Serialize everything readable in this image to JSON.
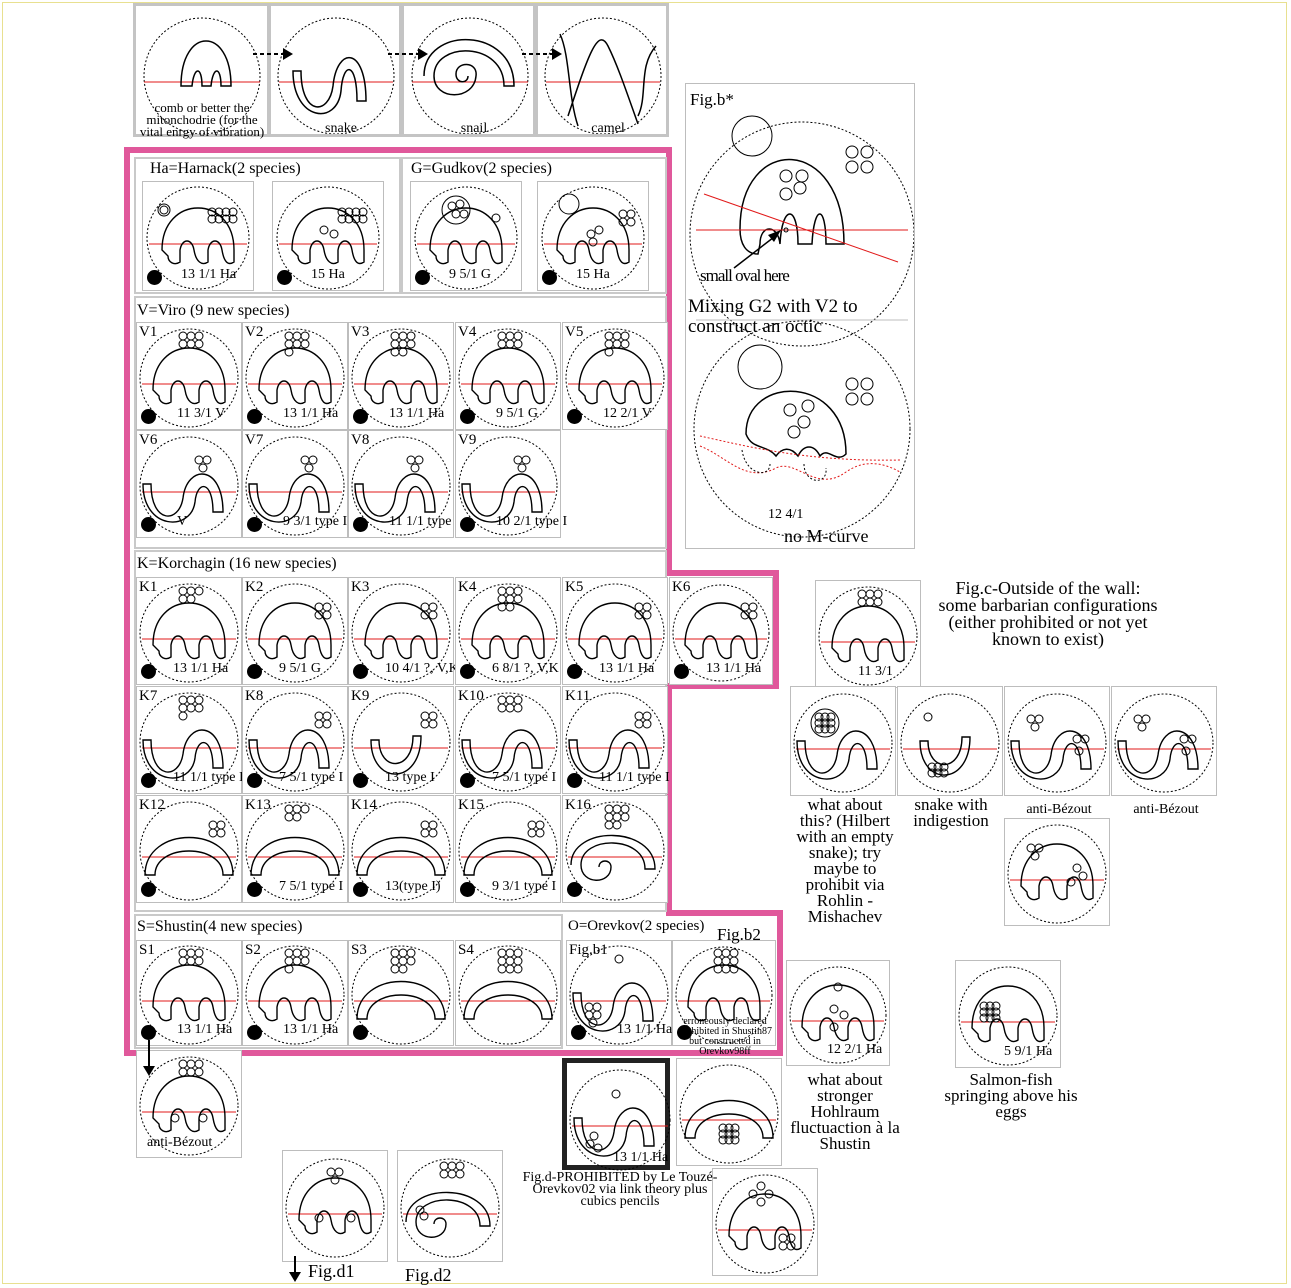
{
  "title": "",
  "top_row": [
    {
      "caption": "comb or better the mitonchodrie (for the vital enrgy of vibration)"
    },
    {
      "caption": "snake"
    },
    {
      "caption": "snail"
    },
    {
      "caption": "camel"
    }
  ],
  "sections": {
    "harnack": {
      "title": "Ha=Harnack(2 species)",
      "cells": [
        {
          "num": "13",
          "frac": "1/1",
          "tag": "Ha"
        },
        {
          "num": "15",
          "frac": "",
          "tag": "Ha"
        }
      ]
    },
    "gudkov": {
      "title": "G=Gudkov(2 species)",
      "cells": [
        {
          "num": "9",
          "frac": "5/1",
          "tag": "G"
        },
        {
          "num": "15",
          "frac": "",
          "tag": "Ha"
        }
      ]
    },
    "viro": {
      "title": "V=Viro (9 new species)",
      "cells": [
        {
          "id": "V1",
          "num": "11",
          "frac": "3/1",
          "tag": "V"
        },
        {
          "id": "V2",
          "num": "13",
          "frac": "1/1",
          "tag": "Ha"
        },
        {
          "id": "V3",
          "num": "13",
          "frac": "1/1",
          "tag": "Ha"
        },
        {
          "id": "V4",
          "num": "9",
          "frac": "5/1",
          "tag": "G"
        },
        {
          "id": "V5",
          "num": "12",
          "frac": "2/1",
          "tag": "V"
        },
        {
          "id": "V6",
          "num": "",
          "frac": "",
          "tag": "V"
        },
        {
          "id": "V7",
          "num": "9",
          "frac": "3/1",
          "tag": "type I"
        },
        {
          "id": "V8",
          "num": "11",
          "frac": "1/1",
          "tag": "type I"
        },
        {
          "id": "V9",
          "num": "10",
          "frac": "2/1",
          "tag": "type I"
        }
      ]
    },
    "korchagin": {
      "title": "K=Korchagin (16 new species)",
      "cells": [
        {
          "id": "K1",
          "num": "13",
          "frac": "1/1",
          "tag": "Ha"
        },
        {
          "id": "K2",
          "num": "9",
          "frac": "5/1",
          "tag": "G"
        },
        {
          "id": "K3",
          "num": "10",
          "frac": "4/1",
          "tag": "?, V,K"
        },
        {
          "id": "K4",
          "num": "6",
          "frac": "8/1",
          "tag": "?, V,K"
        },
        {
          "id": "K5",
          "num": "13",
          "frac": "1/1",
          "tag": "Ha"
        },
        {
          "id": "K6",
          "num": "13",
          "frac": "1/1",
          "tag": "Ha"
        },
        {
          "id": "K7",
          "num": "11",
          "frac": "1/1",
          "tag": "type I"
        },
        {
          "id": "K8",
          "num": "7",
          "frac": "5/1",
          "tag": "type I"
        },
        {
          "id": "K9",
          "num": "13",
          "frac": "",
          "tag": "type I"
        },
        {
          "id": "K10",
          "num": "7",
          "frac": "5/1",
          "tag": "type I"
        },
        {
          "id": "K11",
          "num": "11",
          "frac": "1/1",
          "tag": "type I"
        },
        {
          "id": "K12",
          "num": "",
          "frac": "",
          "tag": ""
        },
        {
          "id": "K13",
          "num": "7",
          "frac": "5/1",
          "tag": "type I"
        },
        {
          "id": "K14",
          "num": "13(type I)",
          "frac": "",
          "tag": ""
        },
        {
          "id": "K15",
          "num": "9",
          "frac": "3/1",
          "tag": "type I"
        },
        {
          "id": "K16",
          "num": "",
          "frac": "",
          "tag": ""
        }
      ]
    },
    "shustin": {
      "title": "S=Shustin(4 new species)",
      "cells": [
        {
          "id": "S1",
          "num": "13",
          "frac": "1/1",
          "tag": "Ha"
        },
        {
          "id": "S2",
          "num": "13",
          "frac": "1/1",
          "tag": "Ha"
        },
        {
          "id": "S3",
          "num": "",
          "frac": "",
          "tag": ""
        },
        {
          "id": "S4",
          "num": "",
          "frac": "",
          "tag": ""
        }
      ]
    },
    "orevkov": {
      "title": "O=Orevkov(2 species)",
      "cells": [
        {
          "id": "Fig.b1",
          "num": "13",
          "frac": "1/1",
          "tag": "Ha"
        },
        {
          "id": "Fig.b2",
          "note": "erroneously declared prohibited in Shustin87 but constructed in Orevkov98ff"
        }
      ]
    }
  },
  "fig_b": {
    "label": "Fig.b*",
    "annotation": "small oval here",
    "caption": "Mixing G2 with V2 to construct an octic",
    "bottom_num": "12",
    "bottom_frac": "4/1",
    "bottom_caption": "no M-curve"
  },
  "fig_c": {
    "title": "Fig.c-Outside of the wall: some barbarian configurations (either prohibited or not yet known to exist)",
    "top_num": "11",
    "top_frac": "3/1",
    "captions": [
      "what about this? (Hilbert with an empty snake); try maybe to prohibit via Rohlin -Mishachev",
      "snake with indigestion",
      "anti-Bézout",
      "anti-Bézout"
    ],
    "hohlraum": {
      "num": "12",
      "frac": "2/1",
      "tag": "Ha",
      "caption": "what about stronger Hohlraum fluctuaction à la Shustin"
    },
    "salmon": {
      "num": "5",
      "frac": "9/1",
      "tag": "Ha",
      "caption": "Salmon-fish springing above his eggs"
    }
  },
  "fig_d": {
    "num": "13",
    "frac": "1/1",
    "tag": "Ha",
    "caption": "Fig.d-PROHIBITED by Le Touzé-Orevkov02 via link theory plus cubics pencils",
    "anti_bezout": "anti-Bézout",
    "d1": "Fig.d1",
    "d2": "Fig.d2"
  },
  "colors": {
    "wall": "#e0589b",
    "axis": "#e11a1a",
    "frame": "#bdbdbd",
    "strong": "#222222"
  }
}
